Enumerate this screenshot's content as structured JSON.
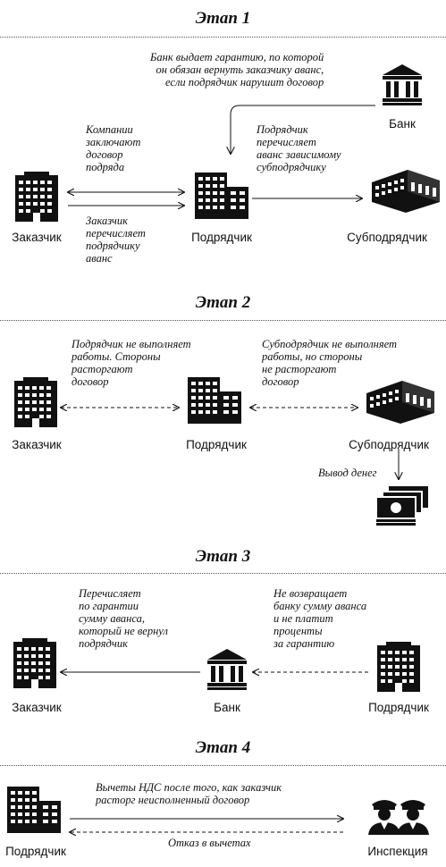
{
  "stages": [
    {
      "title": "Этап 1"
    },
    {
      "title": "Этап 2"
    },
    {
      "title": "Этап 3"
    },
    {
      "title": "Этап 4"
    }
  ],
  "s1": {
    "customer": "Заказчик",
    "contractor": "Подрядчик",
    "subcontractor": "Субподрядчик",
    "bank": "Банк",
    "note_bank": "Банк выдает гарантию, по которой\nон обязан вернуть заказчику аванс,\nесли подрядчик нарушит договор",
    "note_contract": "Компании\nзаключают\nдоговор\nподряда",
    "note_advance": "Заказчик\nперечисляет\nподрядчику\nаванс",
    "note_sub": "Подрядчик\nперечисляет\nаванс зависимому\nсубподрядчику"
  },
  "s2": {
    "customer": "Заказчик",
    "contractor": "Подрядчик",
    "subcontractor": "Субподрядчик",
    "note_left": "Подрядчик не выполняет\nработы. Стороны\nрасторгают\nдоговор",
    "note_right": "Субподрядчик не выполняет\nработы, но стороны\nне расторгают\nдоговор",
    "note_withdraw": "Вывод денег"
  },
  "s3": {
    "customer": "Заказчик",
    "bank": "Банк",
    "contractor": "Подрядчик",
    "note_left": "Перечисляет\nпо гарантии\nсумму аванса,\nкоторый не вернул\nподрядчик",
    "note_right": "Не возвращает\nбанку сумму аванса\nи не платит\nпроценты\nза гарантию"
  },
  "s4": {
    "contractor": "Подрядчик",
    "inspection": "Инспекция",
    "note_top": "Вычеты НДС после того, как заказчик\nрасторг неисполненный договор",
    "note_bottom": "Отказ в вычетах"
  }
}
